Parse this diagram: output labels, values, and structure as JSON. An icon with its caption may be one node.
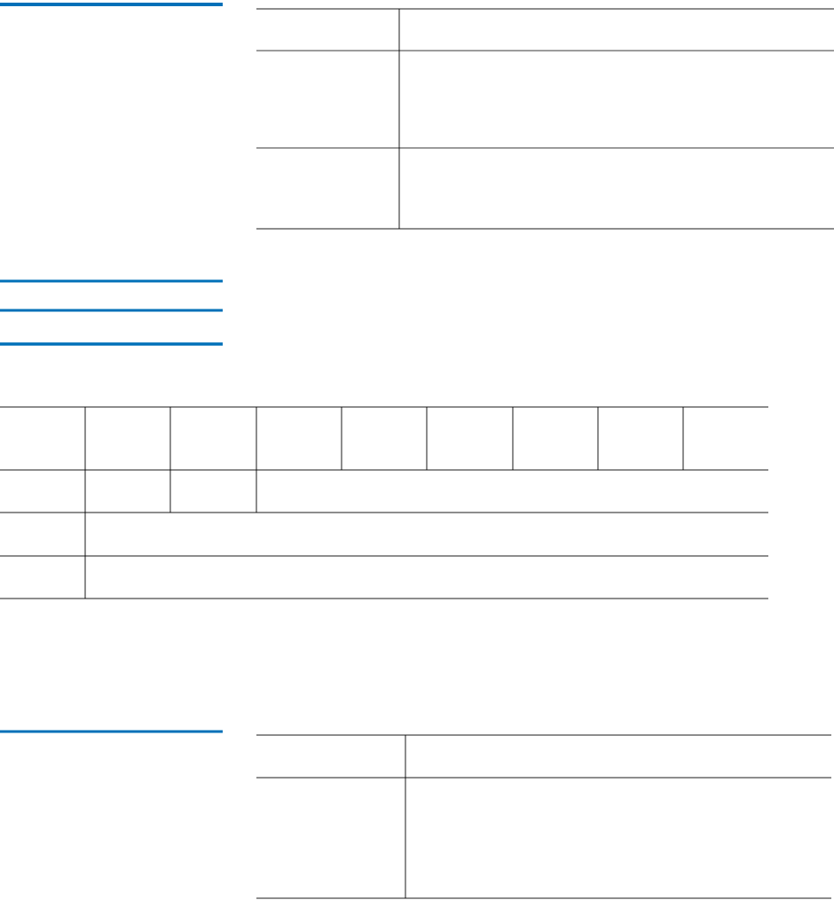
{
  "diagram": {
    "nodes": [
      {
        "text": [],
        "shape": "table"
      },
      {
        "text": [],
        "shape": "table"
      },
      {
        "text": [],
        "shape": "table"
      }
    ]
  }
}
